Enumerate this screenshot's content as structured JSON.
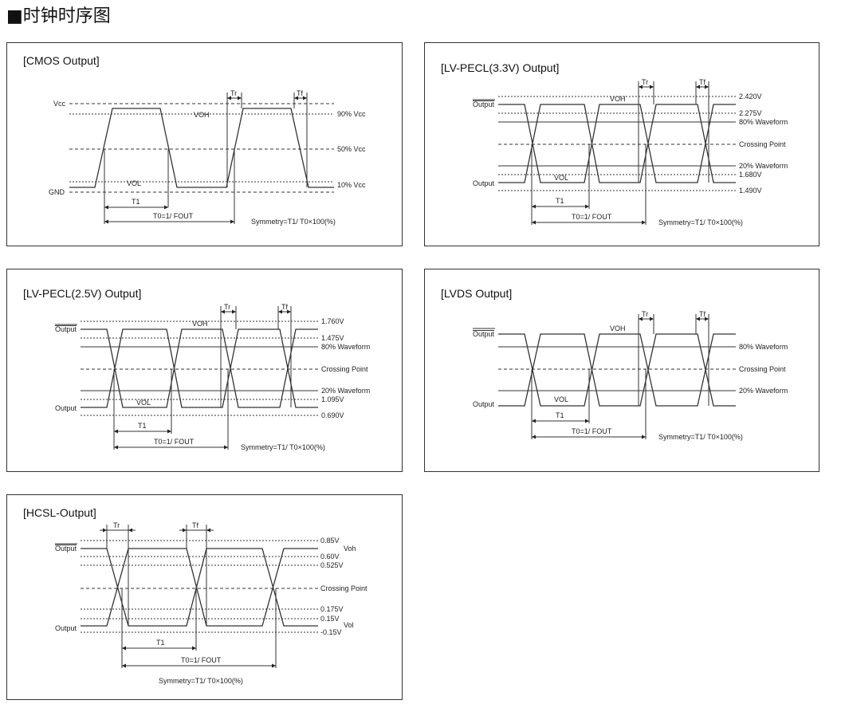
{
  "page": {
    "title": "■时钟时序图"
  },
  "panels": {
    "cmos": {
      "title": "[CMOS Output]",
      "vcc": "Vcc",
      "gnd": "GND",
      "voh": "VOH",
      "vol": "VOL",
      "pct90": "90% Vcc",
      "pct50": "50% Vcc",
      "pct10": "10% Vcc",
      "tr": "Tr",
      "tf": "Tf",
      "t1": "T1",
      "t0": "T0=1/ FOUT",
      "symmetry": "Symmetry=T1/ T0×100(%)"
    },
    "lvpecl33": {
      "title": "[LV-PECL(3.3V) Output]",
      "output_bar": "Output",
      "output": "Output",
      "voh": "VOH",
      "vol": "VOL",
      "v_top": "2.420V",
      "v_hi": "2.275V",
      "w80": "80% Waveform",
      "cross": "Crossing Point",
      "w20": "20% Waveform",
      "v_lo": "1.680V",
      "v_bot": "1.490V",
      "tr": "Tr",
      "tf": "Tf",
      "t1": "T1",
      "t0": "T0=1/ FOUT",
      "symmetry": "Symmetry=T1/ T0×100(%)"
    },
    "lvpecl25": {
      "title": "[LV-PECL(2.5V) Output]",
      "output_bar": "Output",
      "output": "Output",
      "voh": "VOH",
      "vol": "VOL",
      "v_top": "1.760V",
      "v_hi": "1.475V",
      "w80": "80% Waveform",
      "cross": "Crossing Point",
      "w20": "20% Waveform",
      "v_lo": "1.095V",
      "v_bot": "0.690V",
      "tr": "Tr",
      "tf": "Tf",
      "t1": "T1",
      "t0": "T0=1/ FOUT",
      "symmetry": "Symmetry=T1/ T0×100(%)"
    },
    "lvds": {
      "title": "[LVDS Output]",
      "output_bar": "Output",
      "output": "Output",
      "voh": "VOH",
      "vol": "VOL",
      "w80": "80% Waveform",
      "cross": "Crossing Point",
      "w20": "20% Waveform",
      "tr": "Tr",
      "tf": "Tf",
      "t1": "T1",
      "t0": "T0=1/ FOUT",
      "symmetry": "Symmetry=T1/ T0×100(%)"
    },
    "hcsl": {
      "title": "[HCSL-Output]",
      "output_bar": "Output",
      "output": "Output",
      "v1": "0.85V",
      "v2": "0.60V",
      "v3": "0.525V",
      "cross": "Crossing Point",
      "v4": "0.175V",
      "v5": "0.15V",
      "v6": "-0.15V",
      "voh": "Voh",
      "vol": "Vol",
      "tr": "Tr",
      "tf": "Tf",
      "t1": "T1",
      "t0": "T0=1/ FOUT",
      "symmetry": "Symmetry=T1/ T0×100(%)"
    }
  }
}
